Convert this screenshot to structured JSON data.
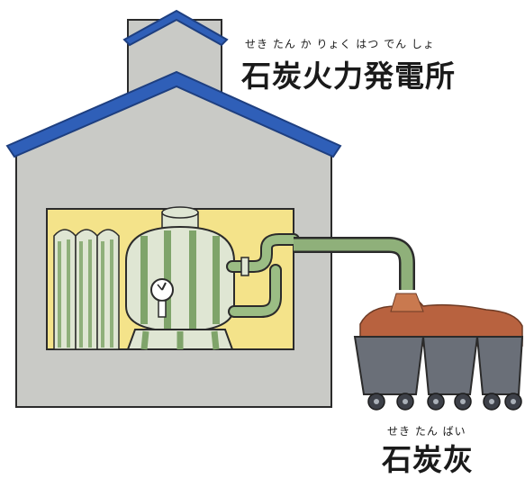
{
  "title": {
    "ruby": "せき たん  か りょく はつ でん しょ",
    "text": "石炭火力発電所"
  },
  "ash": {
    "ruby": "せき  たん  ばい",
    "text": "石炭灰"
  },
  "colors": {
    "roof": "#2f5fb8",
    "wall": "#c9cac6",
    "window": "#f4e38a",
    "pipe": "#8fb07a",
    "cart": "#6a6f78",
    "ash": "#b8623f"
  }
}
